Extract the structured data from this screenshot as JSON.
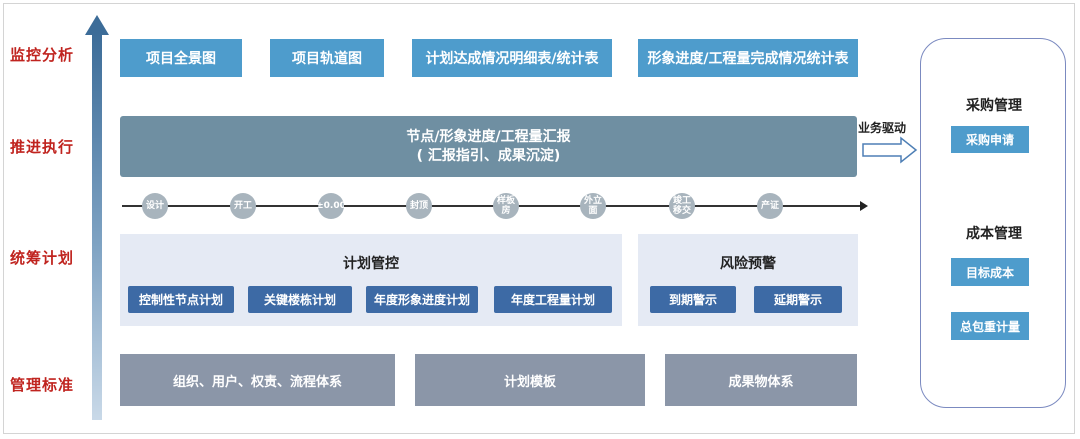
{
  "left_labels": [
    "监控分析",
    "推进执行",
    "统筹计划",
    "管理标准"
  ],
  "monitor_buttons": [
    "项目全景图",
    "项目轨道图",
    "计划达成情况明细表/统计表",
    "形象进度/工程量完成情况统计表"
  ],
  "banner": {
    "line1": "节点/形象进度/工程量汇报",
    "line2": "( 汇报指引、成果沉淀)"
  },
  "milestones": [
    "设计",
    "开工",
    "±0.00",
    "封顶",
    "样板房",
    "外立面",
    "竣工\n移交",
    "产证"
  ],
  "plan_panel": {
    "title": "计划管控",
    "buttons": [
      "控制性节点计划",
      "关键楼栋计划",
      "年度形象进度计划",
      "年度工程量计划"
    ]
  },
  "risk_panel": {
    "title": "风险预警",
    "buttons": [
      "到期警示",
      "延期警示"
    ]
  },
  "standard_boxes": [
    "组织、用户、权责、流程体系",
    "计划模板",
    "成果物体系"
  ],
  "drive": {
    "label": "业务驱动"
  },
  "right_panel": {
    "procurement": {
      "title": "采购管理",
      "items": [
        "采购申请"
      ]
    },
    "cost": {
      "title": "成本管理",
      "items": [
        "目标成本",
        "总包重计量"
      ]
    }
  },
  "colors": {
    "label_red": "#c0241f",
    "button_blue": "#4e9ccc",
    "banner_gray": "#6f8fa2",
    "dark_blue": "#3d6aa5",
    "box_gray": "#8b96a8",
    "panel_bg": "#e5eaf4"
  }
}
